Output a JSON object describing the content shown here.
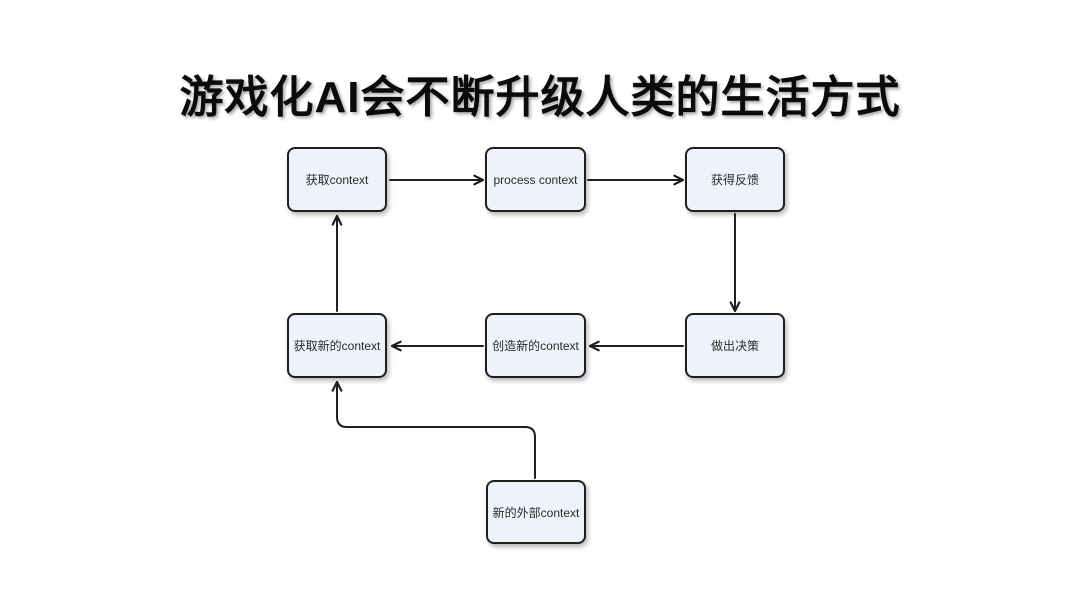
{
  "page": {
    "background_color": "#ffffff",
    "title": "游戏化AI会不断升级人类的生活方式",
    "title_color": "#0b0b0b"
  },
  "diagram": {
    "node_fill_color": "#eef2fa",
    "node_border_color": "#1f1f1f",
    "node_text_color": "#2a2a2a",
    "arrow_color": "#1f1f1f",
    "nodes": [
      {
        "id": "get-context",
        "label": "获取context"
      },
      {
        "id": "process-context",
        "label": "process context"
      },
      {
        "id": "get-feedback",
        "label": "获得反馈"
      },
      {
        "id": "get-new-context",
        "label": "获取新的context"
      },
      {
        "id": "create-new-context",
        "label": "创造新的context"
      },
      {
        "id": "make-decision",
        "label": "做出决策"
      },
      {
        "id": "new-external-context",
        "label": "新的外部context"
      }
    ],
    "edges": [
      {
        "from": "get-context",
        "to": "process-context"
      },
      {
        "from": "process-context",
        "to": "get-feedback"
      },
      {
        "from": "get-feedback",
        "to": "make-decision"
      },
      {
        "from": "make-decision",
        "to": "create-new-context"
      },
      {
        "from": "create-new-context",
        "to": "get-new-context"
      },
      {
        "from": "get-new-context",
        "to": "get-context"
      },
      {
        "from": "new-external-context",
        "to": "get-new-context"
      }
    ]
  }
}
